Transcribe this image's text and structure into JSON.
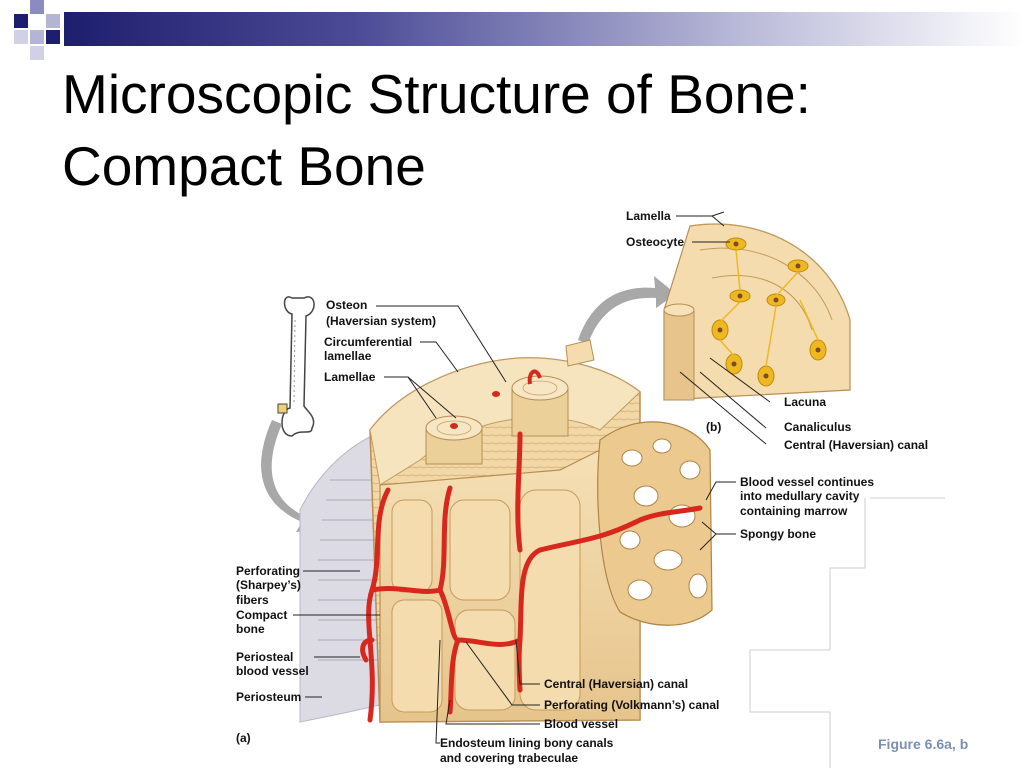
{
  "slide": {
    "title_line1": "Microscopic Structure of Bone:",
    "title_line2": "Compact Bone",
    "caption": "Figure 6.6a, b"
  },
  "colors": {
    "banner_dark": "#1e1e6e",
    "bone": "#f2d8a6",
    "bone_shade": "#e1bd80",
    "vessel": "#d8281e",
    "osteocyte": "#f0b820",
    "caption": "#7b8fb5"
  },
  "labels": {
    "lamella": "Lamella",
    "osteocyte": "Osteocyte",
    "osteon_1": "Osteon",
    "osteon_2": "(Haversian system)",
    "circumferential_1": "Circumferential",
    "circumferential_2": "lamellae",
    "lamellae": "Lamellae",
    "lacuna": "Lacuna",
    "canaliculus": "Canaliculus",
    "central_canal_b": "Central (Haversian) canal",
    "panel_b": "(b)",
    "blood_vessel_cont_1": "Blood vessel continues",
    "blood_vessel_cont_2": "into medullary cavity",
    "blood_vessel_cont_3": "containing marrow",
    "spongy_bone": "Spongy bone",
    "perforating_fibers_1": "Perforating",
    "perforating_fibers_2": "(Sharpey’s)",
    "perforating_fibers_3": "fibers",
    "compact_bone_1": "Compact",
    "compact_bone_2": "bone",
    "periosteal_vessel_1": "Periosteal",
    "periosteal_vessel_2": "blood vessel",
    "periosteum": "Periosteum",
    "panel_a": "(a)",
    "central_canal_a": "Central (Haversian) canal",
    "volkmann_canal": "Perforating (Volkmann’s) canal",
    "blood_vessel": "Blood vessel",
    "endosteum_1": "Endosteum lining bony canals",
    "endosteum_2": "and covering trabeculae"
  }
}
